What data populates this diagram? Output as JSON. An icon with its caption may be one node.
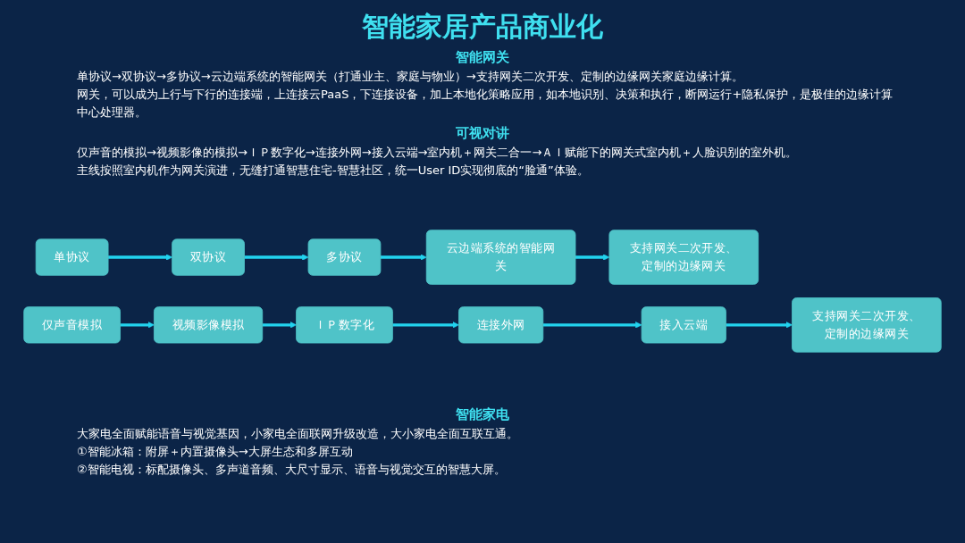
{
  "diagram": {
    "title": "智能家居产品商业化",
    "nodes": [
      {
        "text": [
          "单协议"
        ]
      },
      {
        "text": [
          "双协议"
        ]
      },
      {
        "text": [
          "多协议"
        ]
      },
      {
        "text": [
          "云边端系统的智能网关"
        ]
      },
      {
        "text": [
          "支持网关二次开发、定制的边缘网关"
        ]
      },
      {
        "text": [
          "仅声音模拟"
        ]
      },
      {
        "text": [
          "视频影像模拟"
        ]
      },
      {
        "text": [
          "ＩＰ数字化"
        ]
      },
      {
        "text": [
          "连接外网"
        ]
      },
      {
        "text": [
          "接入云端"
        ]
      },
      {
        "text": [
          "支持网关二次开发、定制的边缘网关"
        ]
      }
    ],
    "edges": [
      {
        "from": 0,
        "to": 1,
        "arrow": "to"
      },
      {
        "from": 1,
        "to": 2,
        "arrow": "to"
      },
      {
        "from": 2,
        "to": 3,
        "arrow": "to"
      },
      {
        "from": 3,
        "to": 4,
        "arrow": "to"
      },
      {
        "from": 5,
        "to": 6,
        "arrow": "to"
      },
      {
        "from": 6,
        "to": 7,
        "arrow": "to"
      },
      {
        "from": 7,
        "to": 8,
        "arrow": "to"
      },
      {
        "from": 8,
        "to": 9,
        "arrow": "to"
      },
      {
        "from": 9,
        "to": 10,
        "arrow": "to"
      }
    ],
    "labels": [
      "智能网关",
      "单协议→双协议→多协议→云边端系统的智能网关（打通业主、家庭与物业）→支持网关二次开发、定制的边缘网关家庭边缘计算。",
      "网关，可以成为上行与下行的连接端，上连接云PaaS，下连接设备，加上本地化策略应用，如本地识别、决策和执行，断网运行+隐私保护，是极佳的边缘计算中心处理器。",
      "可视对讲",
      "仅声音的模拟→视频影像的模拟→ＩＰ数字化→连接外网→接入云端→室内机＋网关二合一→ＡＩ赋能下的网关式室内机＋人脸识别的室外机。",
      "主线按照室内机作为网关演进，无缝打通智慧住宅-智慧社区，统一User ID实现彻底的“脸通”体验。",
      "智能家电",
      "大家电全面赋能语音与视觉基因，小家电全面联网升级改造，大小家电全面互联互通。",
      "①智能冰箱：附屏＋内置摄像头→大屏生态和多屏互动",
      "②智能电视：标配摄像头、多声道音频、大尺寸显示、语音与视觉交互的智慧大屏。"
    ]
  }
}
